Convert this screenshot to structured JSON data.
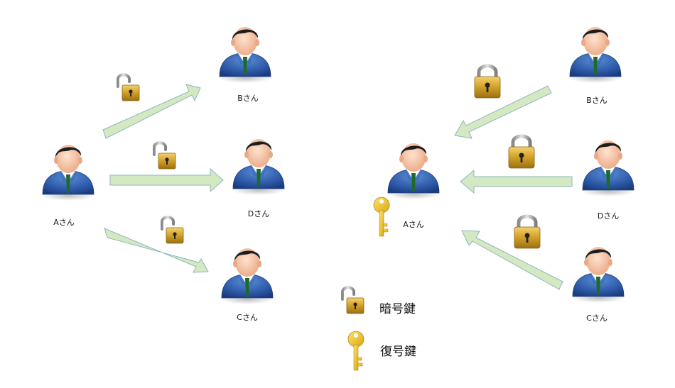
{
  "left_panel": {
    "people": [
      {
        "id": "a",
        "label": "Aさん"
      },
      {
        "id": "b",
        "label": "Bさん"
      },
      {
        "id": "d",
        "label": "Dさん"
      },
      {
        "id": "c",
        "label": "Cさん"
      }
    ]
  },
  "right_panel": {
    "people": [
      {
        "id": "a",
        "label": "Aさん"
      },
      {
        "id": "b",
        "label": "Bさん"
      },
      {
        "id": "d",
        "label": "Dさん"
      },
      {
        "id": "c",
        "label": "Cさん"
      }
    ]
  },
  "legend": {
    "encryption_key": "暗号鍵",
    "decryption_key": "復号鍵"
  },
  "colors": {
    "arrow_fill": "#d4e8c2",
    "arrow_stroke": "#8fb8bc",
    "suit": "#2d5aa8",
    "hair": "#222222",
    "face": "#f6c4a3",
    "lock_gold": "#c89a1e",
    "key_yellow": "#f2c62e"
  }
}
